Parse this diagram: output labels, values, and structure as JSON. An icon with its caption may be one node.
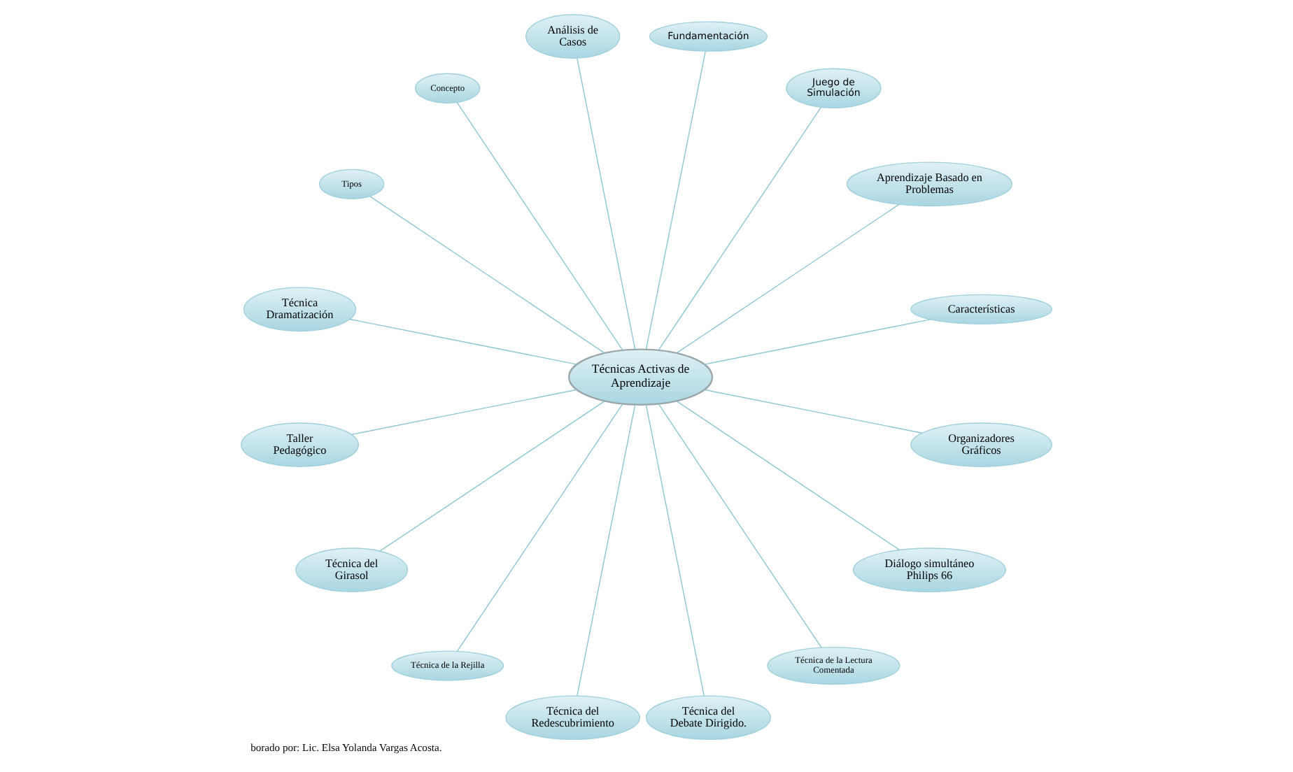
{
  "diagram": {
    "caption": "borado por: Lic. Elsa Yolanda Vargas Acosta.",
    "nodes": [
      {
        "text": [
          "Técnicas Activas de Aprendizaje"
        ]
      },
      {
        "text": [
          "Tipos"
        ]
      },
      {
        "text": [
          "Concepto"
        ]
      },
      {
        "text": [
          "Análisis de Casos"
        ]
      },
      {
        "text": [
          "Fundamentación"
        ]
      },
      {
        "text": [
          "Juego de Simulación"
        ]
      },
      {
        "text": [
          "Aprendizaje Basado en Problemas"
        ]
      },
      {
        "text": [
          "Características"
        ]
      },
      {
        "text": [
          "Organizadores Gráficos"
        ]
      },
      {
        "text": [
          "Diálogo simultáneo Philips 66"
        ]
      },
      {
        "text": [
          "Técnica de la Lectura Comentada"
        ]
      },
      {
        "text": [
          "Técnica del Debate Dirigido."
        ]
      },
      {
        "text": [
          "Técnica del Redescubrimiento"
        ]
      },
      {
        "text": [
          "Técnica de la Rejilla"
        ]
      },
      {
        "text": [
          "Técnica del Girasol"
        ]
      },
      {
        "text": [
          "Taller Pedagógico"
        ]
      },
      {
        "text": [
          "Técnica Dramatización"
        ]
      }
    ],
    "edges": [
      {
        "from": 0,
        "to": 1,
        "arrow": "none"
      },
      {
        "from": 0,
        "to": 2,
        "arrow": "none"
      },
      {
        "from": 0,
        "to": 3,
        "arrow": "none"
      },
      {
        "from": 0,
        "to": 4,
        "arrow": "none"
      },
      {
        "from": 0,
        "to": 5,
        "arrow": "none"
      },
      {
        "from": 0,
        "to": 6,
        "arrow": "none"
      },
      {
        "from": 0,
        "to": 7,
        "arrow": "none"
      },
      {
        "from": 0,
        "to": 8,
        "arrow": "none"
      },
      {
        "from": 0,
        "to": 9,
        "arrow": "none"
      },
      {
        "from": 0,
        "to": 10,
        "arrow": "none"
      },
      {
        "from": 0,
        "to": 11,
        "arrow": "none"
      },
      {
        "from": 0,
        "to": 12,
        "arrow": "none"
      },
      {
        "from": 0,
        "to": 13,
        "arrow": "none"
      },
      {
        "from": 0,
        "to": 14,
        "arrow": "none"
      },
      {
        "from": 0,
        "to": 15,
        "arrow": "none"
      },
      {
        "from": 0,
        "to": 16,
        "arrow": "none"
      }
    ]
  }
}
